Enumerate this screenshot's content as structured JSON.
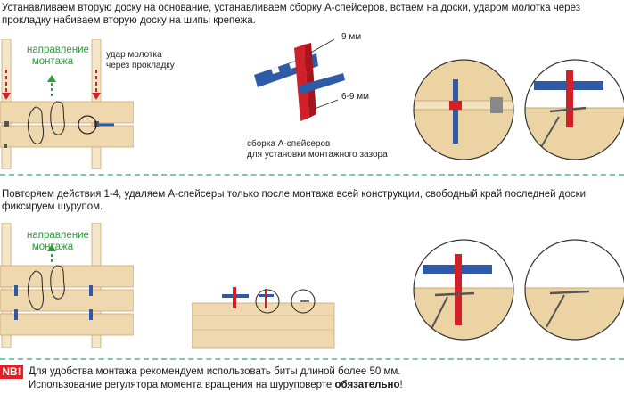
{
  "step1": {
    "text": "Устанавливаем вторую доску на основание, устанавливаем сборку А-спейсеров, встаем на доски, ударом молотка через прокладку набиваем вторую доску на шипы крепежа.",
    "direction_label_1": "направление",
    "direction_label_2": "монтажа",
    "hammer_label_1": "удар молотка",
    "hammer_label_2": "через прокладку",
    "dim_top": "9 мм",
    "dim_bottom": "6-9 мм",
    "spacer_caption_1": "сборка А-спейсеров",
    "spacer_caption_2": "для установки монтажного зазора"
  },
  "step2": {
    "text": "Повторяем действия 1-4, удаляем А-спейсеры только после монтажа всей конструкции, свободный край последней доски фиксируем шурупом.",
    "direction_label_1": "направление",
    "direction_label_2": "монтажа"
  },
  "note": {
    "badge": "NB!",
    "line1": "Для удобства монтажа рекомендуем использовать биты длиной более 50 мм.",
    "line2_pre": "Использование регулятора момента вращения на шуруповерте ",
    "line2_bold": "обязательно",
    "line2_post": "!"
  },
  "colors": {
    "accent_red": "#d0202a",
    "spacer_blue": "#2f5aa8",
    "wood": "#efd8ae",
    "direction_green": "#2e9a3e",
    "separator": "#7fc7a8"
  }
}
